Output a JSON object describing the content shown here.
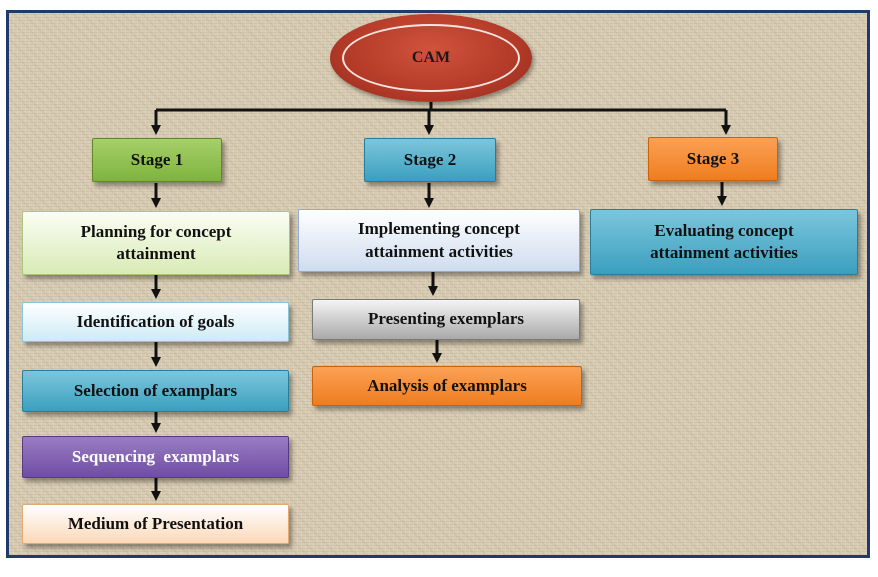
{
  "root": {
    "label": "CAM",
    "color": "#b33a28"
  },
  "stages": [
    {
      "label": "Stage 1",
      "color": "#7fb33e",
      "title": "Planning for concept attainment",
      "steps": [
        "Identification of goals",
        "Selection of examplars",
        "Sequencing  examplars",
        "Medium of Presentation"
      ]
    },
    {
      "label": "Stage 2",
      "color": "#3a9fbf",
      "title": "Implementing concept attainment activities",
      "steps": [
        "Presenting exemplars",
        "Analysis of examplars"
      ]
    },
    {
      "label": "Stage 3",
      "color": "#ef7d1f",
      "title": "Evaluating concept attainment activities",
      "steps": []
    }
  ],
  "colors": {
    "frame_border": "#1f3a6b",
    "background": "#d8ccb4",
    "connector": "#111111",
    "purple": "#6f4ea3",
    "grey": "#a9a9a9"
  }
}
